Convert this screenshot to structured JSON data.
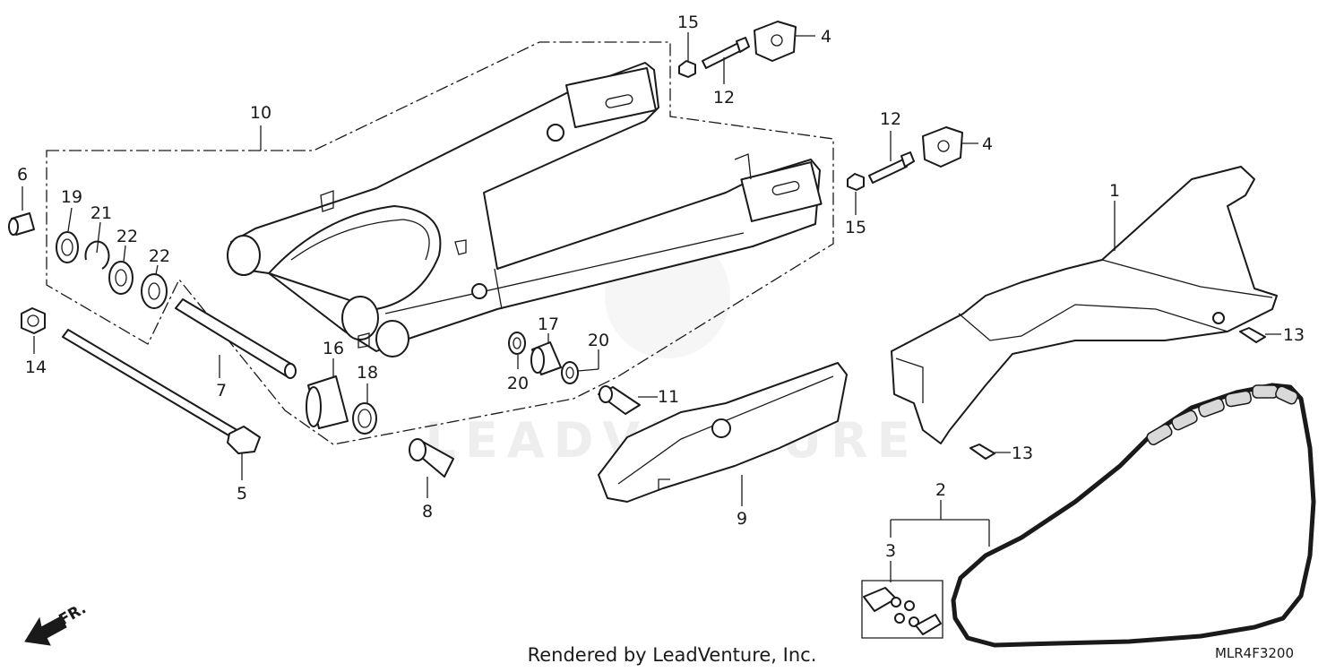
{
  "watermark": "LEADVENTURE",
  "footer": {
    "credit": "Rendered by LeadVenture, Inc.",
    "diagram_code": "MLR4F3200"
  },
  "direction_marker": {
    "text": "FR.",
    "icon": "front-arrow-icon"
  },
  "callouts": {
    "c1": "1",
    "c2": "2",
    "c3": "3",
    "c4a": "4",
    "c4b": "4",
    "c5": "5",
    "c6": "6",
    "c7": "7",
    "c8": "8",
    "c9": "9",
    "c10": "10",
    "c11": "11",
    "c12a": "12",
    "c12b": "12",
    "c13a": "13",
    "c13b": "13",
    "c14": "14",
    "c15a": "15",
    "c15b": "15",
    "c16": "16",
    "c17": "17",
    "c18": "18",
    "c19": "19",
    "c20a": "20",
    "c20b": "20",
    "c21": "21",
    "c22a": "22",
    "c22b": "22"
  },
  "colors": {
    "line": "#1a1a1a",
    "background": "#ffffff",
    "shade": "#d9d9d9"
  }
}
